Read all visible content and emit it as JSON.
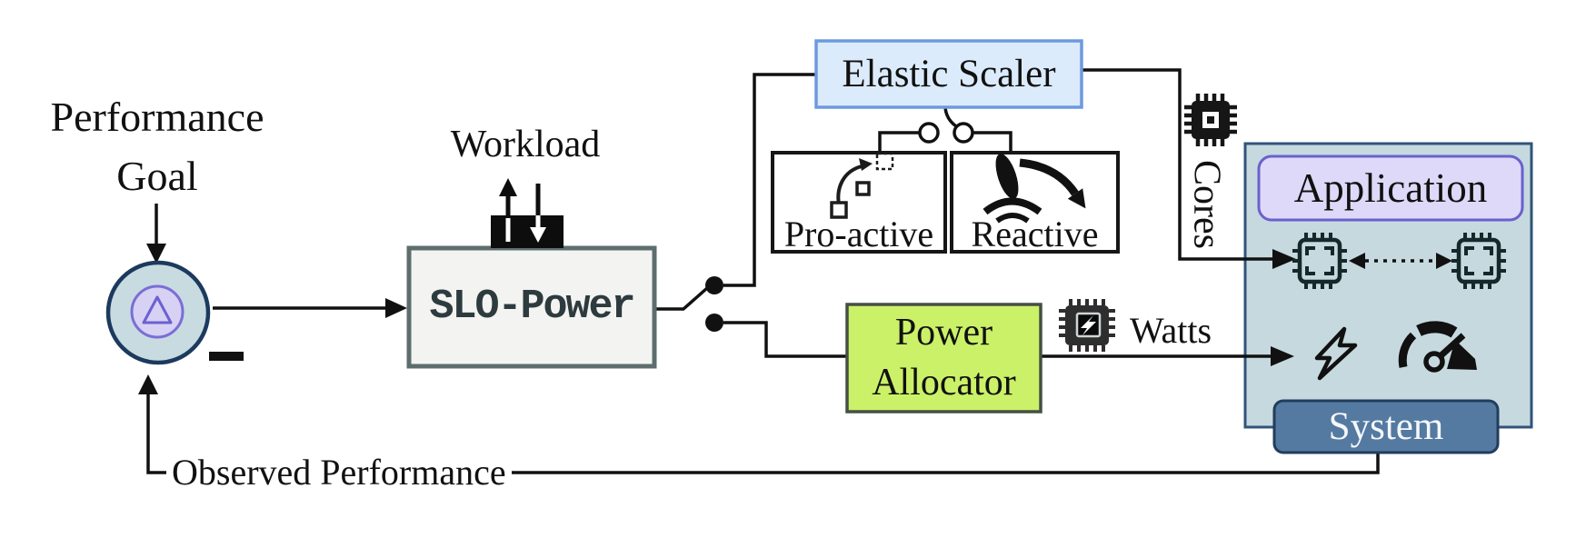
{
  "figure": {
    "comparator": {
      "label": "Performance\nGoal",
      "minus": "−",
      "icon": "delta-comparator-icon"
    },
    "workload": {
      "label": "Workload",
      "icon": "upload-download-arrows-icon"
    },
    "controller": {
      "label": "SLO-Power"
    },
    "elastic_scaler": {
      "label": "Elastic Scaler",
      "modes": [
        {
          "label": "Pro-active",
          "icon": "bezier-curve-icon"
        },
        {
          "label": "Reactive",
          "icon": "joystick-icon"
        }
      ]
    },
    "power_allocator": {
      "label": "Power\nAllocator"
    },
    "system": {
      "label": "System",
      "application_label": "Application",
      "icons": [
        "cpu-chip-icon",
        "cpu-chip-icon",
        "lightning-bolt-icon",
        "gauge-icon"
      ]
    },
    "edge_labels": {
      "cores": "Cores",
      "watts": "Watts",
      "observed": "Observed Performance"
    },
    "edge_icons": {
      "cores": "chip-icon",
      "watts": "chip-lightning-icon"
    },
    "colors": {
      "comparator_fill": "#c8dbe0",
      "comparator_border": "#1c3a5e",
      "delta_fill": "#d7d1f4",
      "delta_border": "#7a6ed6",
      "slo_fill": "#f3f3f1",
      "slo_border": "#5d6d6d",
      "scaler_fill": "#dcebfb",
      "scaler_border": "#6d99e0",
      "mode_fill": "#ffffff",
      "mode_border": "#161616",
      "allocator_fill": "#cbf168",
      "allocator_border": "#454f45",
      "system_fill": "#c6d9de",
      "system_border": "#30547a",
      "application_fill": "#ded9f8",
      "application_border": "#6a61ce",
      "system_label_fill": "#547aa1",
      "system_label_border": "#223d5c",
      "line": "#111111"
    }
  }
}
